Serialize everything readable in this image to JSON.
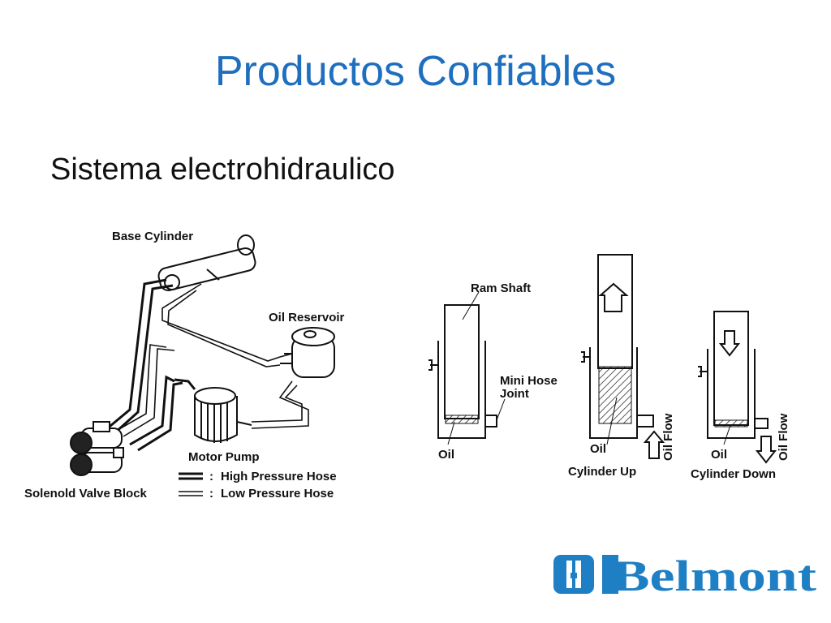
{
  "slide": {
    "title": "Productos Confiables",
    "subtitle": "Sistema electrohidraulico"
  },
  "left_diagram": {
    "labels": {
      "base_cylinder": "Base Cylinder",
      "oil_reservoir": "Oil Reservoir",
      "motor_pump": "Motor Pump",
      "solenoid_valve_block": "Solenold Valve  Block"
    },
    "legend": [
      {
        "symbol": ":",
        "label": "High Pressure Hose"
      },
      {
        "symbol": ":",
        "label": "Low Pressure Hose"
      }
    ]
  },
  "right_diagram": {
    "labels": {
      "ram_shaft": "Ram Shaft",
      "mini_hose_joint_line1": "Mini Hose",
      "mini_hose_joint_line2": "Joint",
      "oil_1": "Oil",
      "oil_2": "Oil",
      "oil_3": "Oil",
      "oil_flow_up": "Oil Flow",
      "oil_flow_down": "Oil Flow",
      "cylinder_up": "Cylinder Up",
      "cylinder_down": "Cylinder Down"
    }
  },
  "brand": {
    "name": "Belmont",
    "color": "#1f7fc4"
  }
}
